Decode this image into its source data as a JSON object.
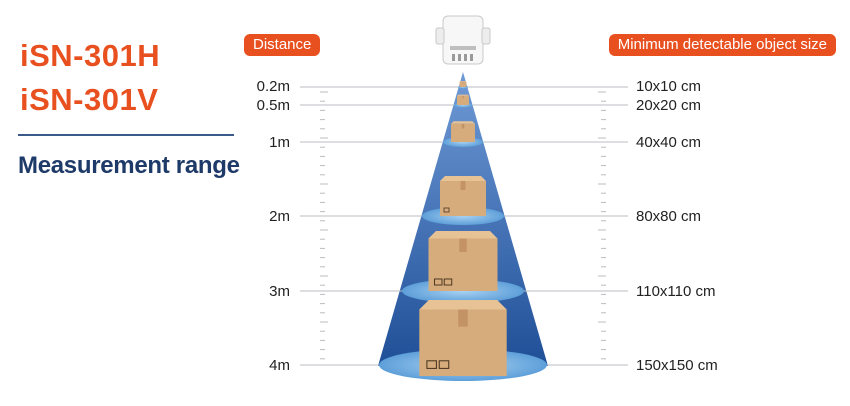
{
  "header": {
    "model_1": "iSN-301H",
    "model_2": "iSN-301V",
    "subtitle": "Measurement range",
    "distance_label": "Distance",
    "size_label": "Minimum detectable object size"
  },
  "rows": [
    {
      "distance": "0.2m",
      "size": "10x10 cm"
    },
    {
      "distance": "0.5m",
      "size": "20x20 cm"
    },
    {
      "distance": "1m",
      "size": "40x40 cm"
    },
    {
      "distance": "2m",
      "size": "80x80 cm"
    },
    {
      "distance": "3m",
      "size": "110x110 cm"
    },
    {
      "distance": "4m",
      "size": "150x150 cm"
    }
  ],
  "colors": {
    "accent": "#e8501f",
    "navy": "#1e3a68",
    "beam": "#2b5ca3",
    "box": "#d6ac7c"
  }
}
